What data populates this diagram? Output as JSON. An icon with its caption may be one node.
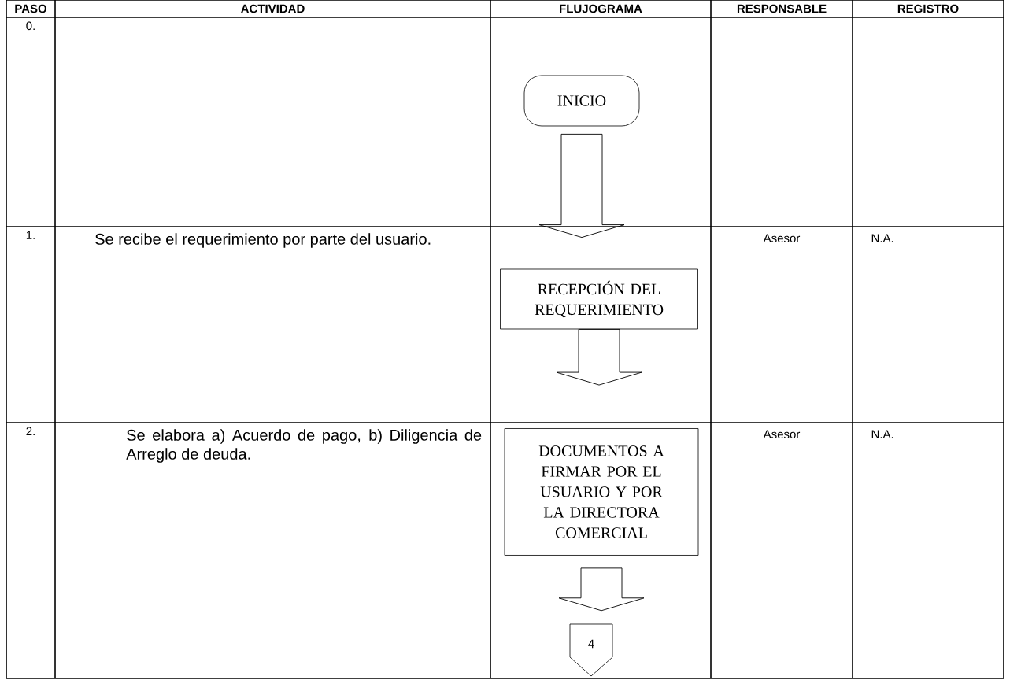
{
  "diagram": {
    "nodes": [
      {
        "text": [
          "INICIO"
        ]
      },
      {
        "text": [
          "RECEPCIÓN DEL REQUERIMIENTO"
        ]
      },
      {
        "text": [
          "DOCUMENTOS A FIRMAR POR EL USUARIO Y POR LA DIRECTORA COMERCIAL"
        ]
      },
      {
        "text": [
          "4"
        ]
      }
    ],
    "edges": [
      {
        "from": 0,
        "to": 1,
        "arrow": "to"
      },
      {
        "from": 1,
        "to": 2,
        "arrow": "to"
      },
      {
        "from": 2,
        "to": 3,
        "arrow": "to"
      }
    ],
    "labels": [
      "PASO",
      "ACTIVIDAD",
      "FLUJOGRAMA",
      "RESPONSABLE",
      "REGISTRO",
      "0.",
      "1.",
      "Se recibe el requerimiento por parte del usuario.",
      "Asesor",
      "N.A.",
      "2.",
      "Se elabora a) Acuerdo de pago, b) Diligencia de Arreglo de deuda.",
      "Asesor",
      "N.A."
    ]
  }
}
